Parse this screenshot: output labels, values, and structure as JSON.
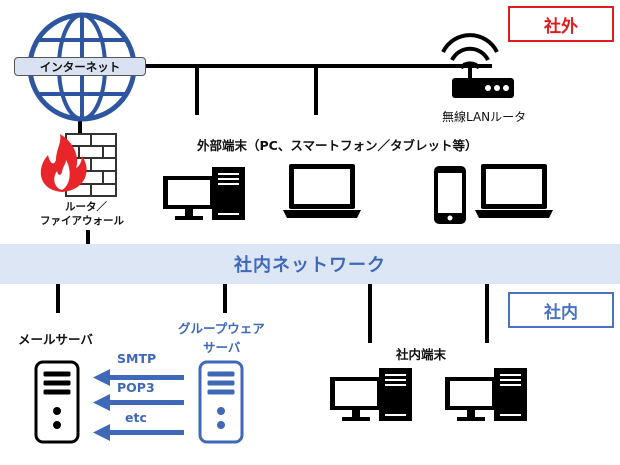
{
  "badges": {
    "outside": "社外",
    "inside": "社内"
  },
  "internet": {
    "label": "インターネット"
  },
  "wireless": {
    "label": "無線LANルータ"
  },
  "external_devices": {
    "label": "外部端末（PC、スマートフォン／タブレット等）"
  },
  "firewall": {
    "line1": "ルータ／",
    "line2": "ファイアウォール"
  },
  "internal_network": {
    "label": "社内ネットワーク"
  },
  "mail_server": {
    "label": "メールサーバ"
  },
  "groupware_server": {
    "line1": "グループウェア",
    "line2": "サーバ"
  },
  "protocols": [
    "SMTP",
    "POP3",
    "etc"
  ],
  "internal_devices": {
    "label": "社内端末"
  },
  "colors": {
    "outside": "#e01b1b",
    "inside": "#4a72c0",
    "network_band": "#dce6f4",
    "accent_text": "#3f68b8",
    "line": "#000000"
  },
  "icons": [
    "globe-icon",
    "wifi-router-icon",
    "firewall-icon",
    "desktop-pc-icon",
    "laptop-icon",
    "smartphone-icon",
    "server-icon",
    "arrow-left-icon"
  ]
}
